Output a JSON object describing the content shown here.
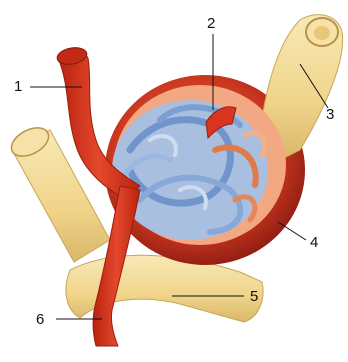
{
  "labels": [
    {
      "id": "1",
      "text": "1"
    },
    {
      "id": "2",
      "text": "2"
    },
    {
      "id": "3",
      "text": "3"
    },
    {
      "id": "4",
      "text": "4"
    },
    {
      "id": "5",
      "text": "5"
    },
    {
      "id": "6",
      "text": "6"
    }
  ],
  "colors": {
    "artery": "#d8341f",
    "capsule": "#c9361f",
    "capillary_blue": "#7fa6d6",
    "tubule": "#f3dc9c",
    "tubule_shadow": "#d9b86a"
  }
}
